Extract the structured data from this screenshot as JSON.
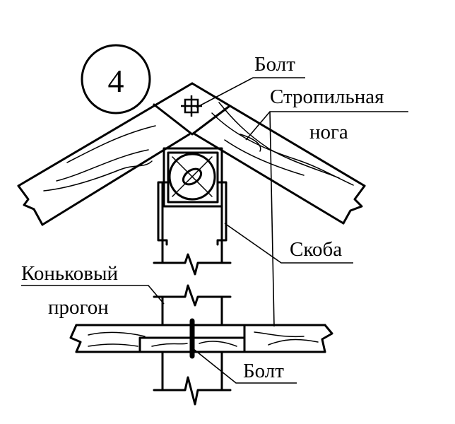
{
  "detail_number": "4",
  "labels": {
    "bolt_top": "Болт",
    "rafter_line1": "Стропильная",
    "rafter_line2": "нога",
    "bracket": "Скоба",
    "ridge_purlin_line1": "Коньковый",
    "ridge_purlin_line2": "прогон",
    "bolt_bottom": "Болт"
  }
}
